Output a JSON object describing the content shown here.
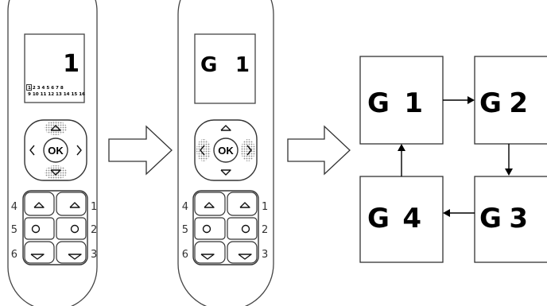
{
  "remote_left": {
    "display_channel": "1",
    "channel_row1": "1 2 3 4 5 6 7 8",
    "channel_row2": "9 10 11 12 13 14 15 16",
    "ok_label": "OK",
    "side_numbers_left": [
      "4",
      "5",
      "6"
    ],
    "side_numbers_right": [
      "1",
      "2",
      "3"
    ]
  },
  "remote_right": {
    "display_letter": "G",
    "display_number": "1",
    "ok_label": "OK",
    "side_numbers_left": [
      "4",
      "5",
      "6"
    ],
    "side_numbers_right": [
      "1",
      "2",
      "3"
    ]
  },
  "cycle": {
    "letter": "G",
    "numbers": [
      "1",
      "2",
      "3",
      "4"
    ]
  }
}
